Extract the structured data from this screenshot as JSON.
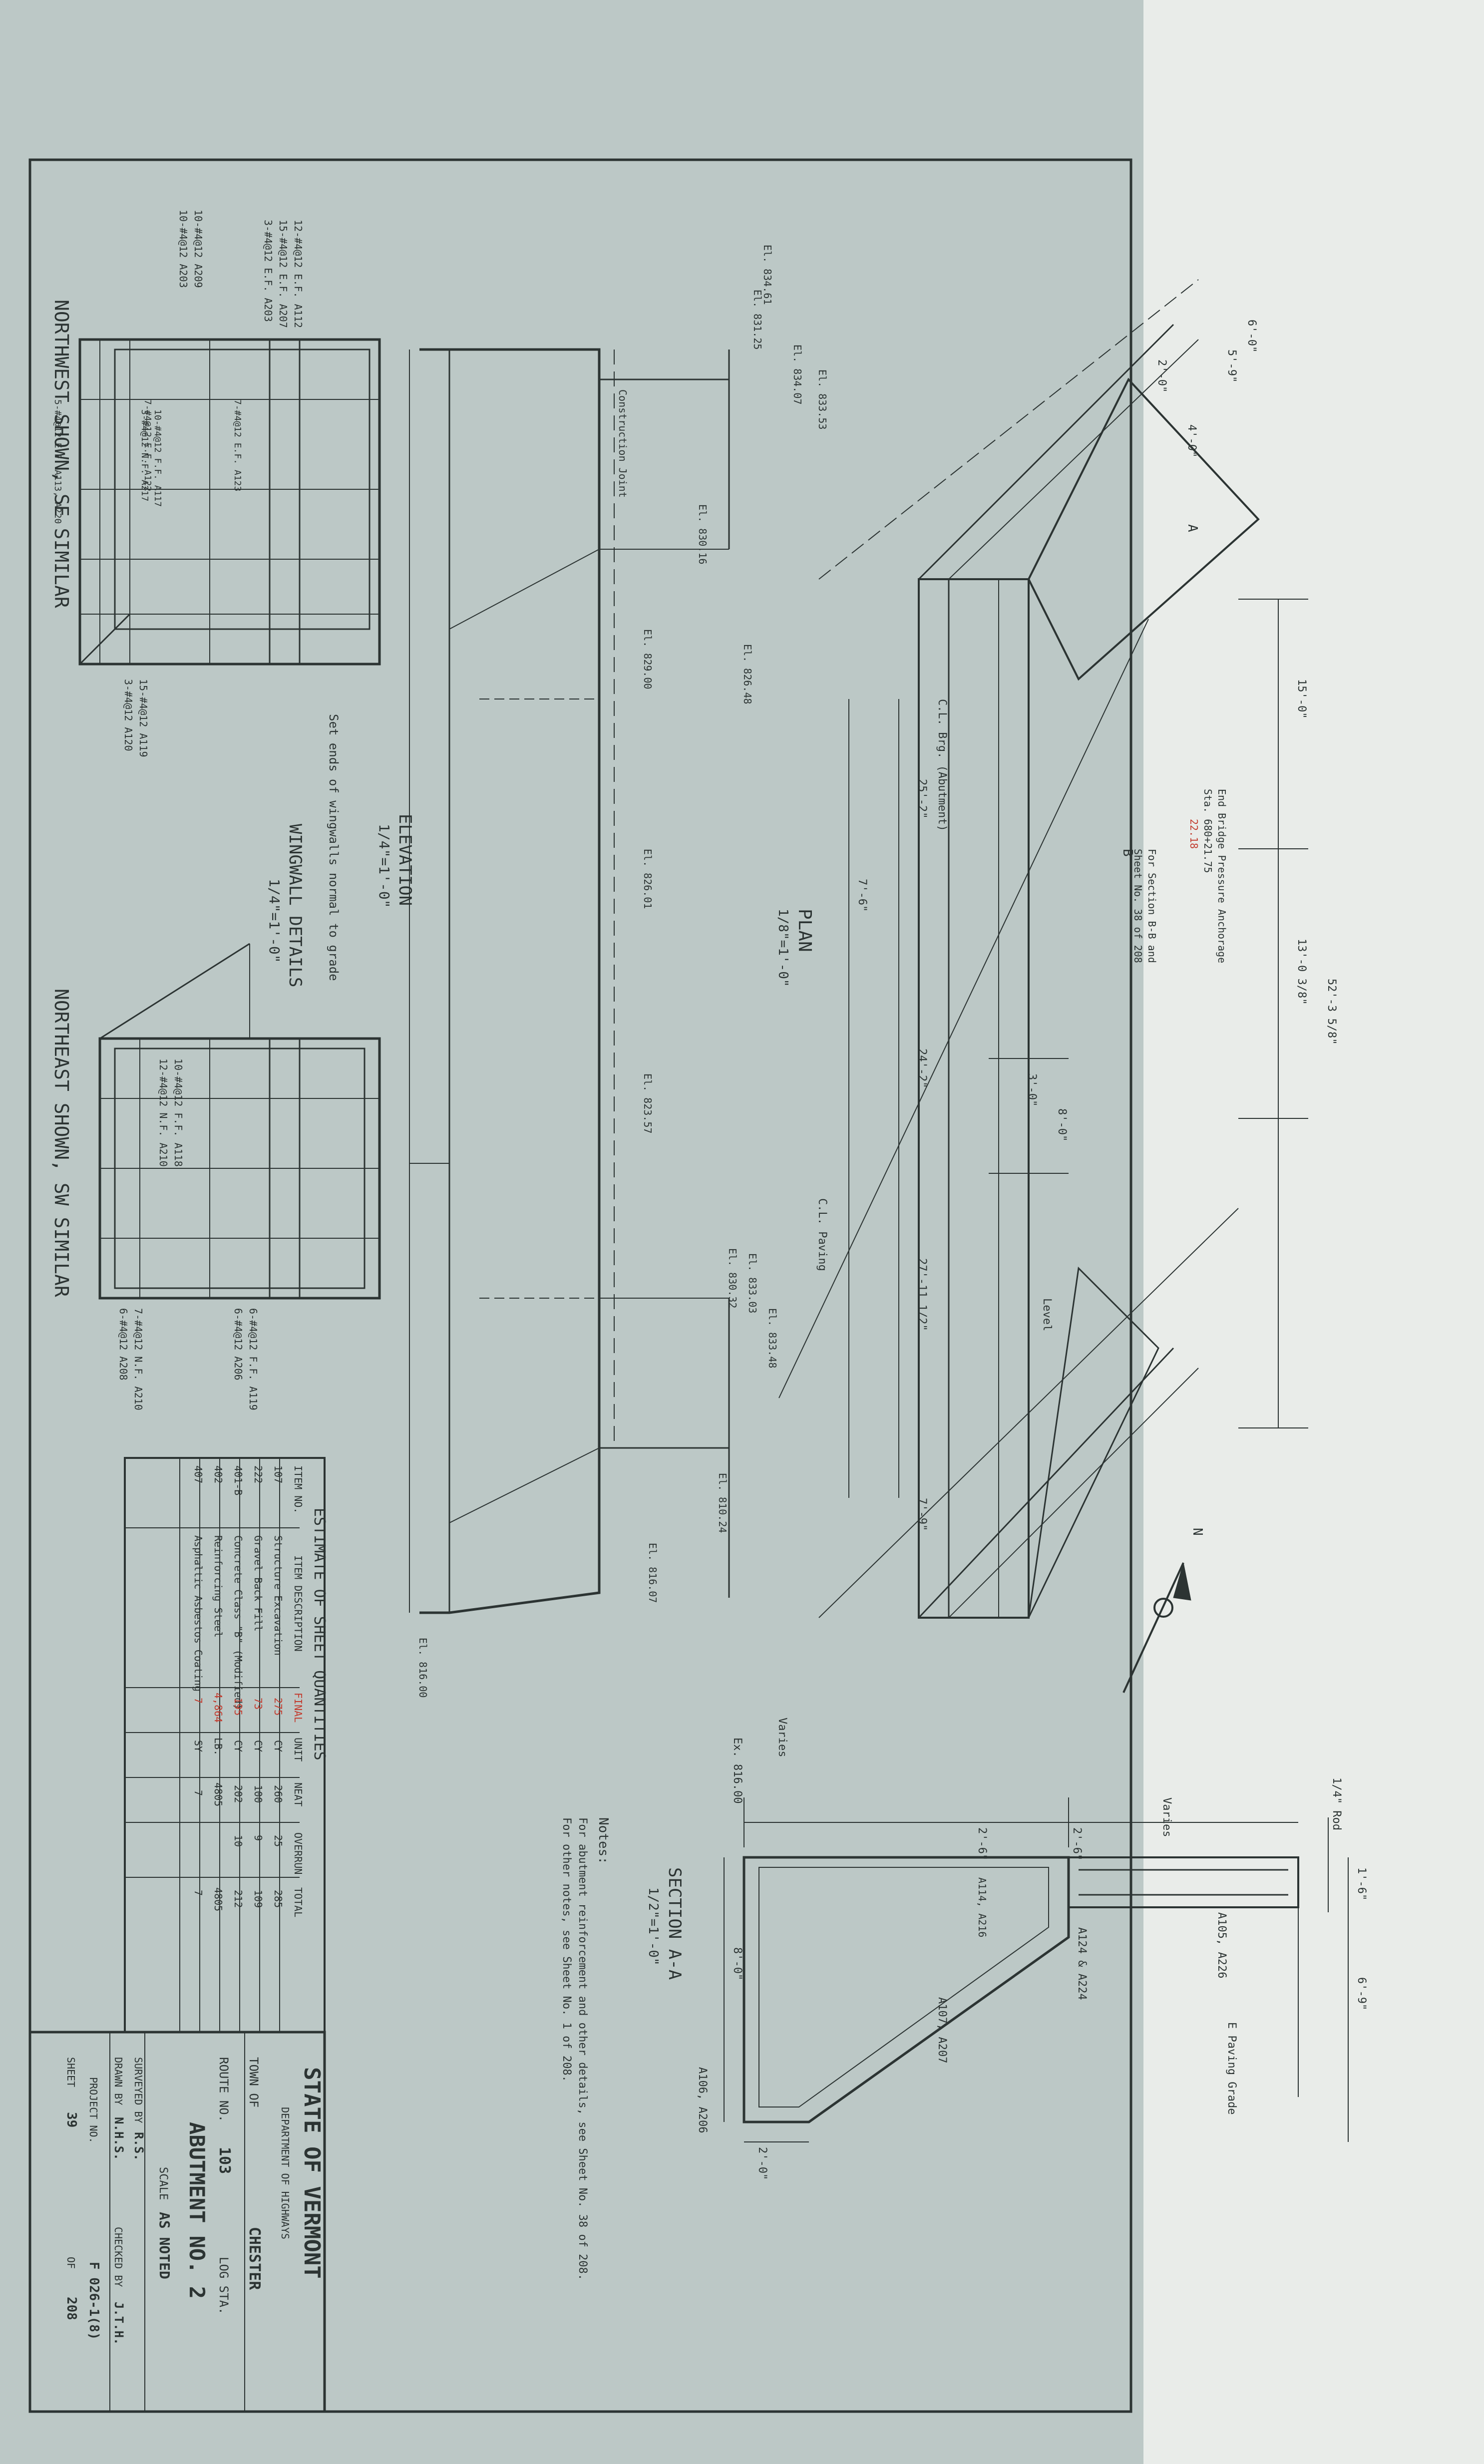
{
  "title_block": {
    "state": "STATE OF VERMONT",
    "department": "DEPARTMENT OF HIGHWAYS",
    "town_label": "TOWN OF",
    "town": "CHESTER",
    "route_label": "ROUTE NO.",
    "route": "103",
    "log_label": "LOG STA.",
    "sheet_title": "ABUTMENT NO. 2",
    "scale_label": "SCALE",
    "scale": "AS NOTED",
    "surveyed_label": "SURVEYED BY",
    "surveyed_by": "R.S.",
    "drawn_label": "DRAWN BY",
    "drawn_by": "N.H.S.",
    "checked_label": "CHECKED BY",
    "checked_by": "J.T.H.",
    "project_label": "PROJECT NO.",
    "project": "F 026-1(8)",
    "sheet_label": "SHEET",
    "sheet_no": "39",
    "of_label": "OF",
    "sheet_total": "208"
  },
  "estimate": {
    "title": "ESTIMATE OF SHEET QUANTITIES",
    "headers": [
      "ITEM NO.",
      "ITEM DESCRIPTION",
      "FINAL",
      "UNIT",
      "NEAT",
      "OVERRUN",
      "TOTAL"
    ],
    "rows": [
      [
        "107",
        "Structure Excavation",
        "275",
        "CY",
        "260",
        "25",
        "285"
      ],
      [
        "222",
        "Gravel Back Fill",
        "73",
        "CY",
        "100",
        "9",
        "109"
      ],
      [
        "401-B",
        "Concrete Class \"B\" (Modified)",
        "195",
        "CY",
        "202",
        "10",
        "212"
      ],
      [
        "402",
        "Reinforcing Steel",
        "4,864",
        "LB.",
        "4805",
        "",
        "4805"
      ],
      [
        "407",
        "Asphaltic Asbestos Coating",
        "7",
        "SY",
        "7",
        "",
        "7"
      ]
    ]
  },
  "views": {
    "plan_title": "PLAN",
    "plan_scale": "1/8\"=1'-0\"",
    "elevation_title": "ELEVATION",
    "elevation_scale": "1/4\"=1'-0\"",
    "wingwall_title": "WINGWALL DETAILS",
    "wingwall_scale": "1/4\"=1'-0\"",
    "northwest_title": "NORTHWEST SHOWN, SE SIMILAR",
    "northeast_title": "NORTHEAST SHOWN, SW SIMILAR",
    "section_title": "SECTION A-A",
    "section_scale": "1/2\"=1'-0\"",
    "wingwall_note": "Set ends of wingwalls normal to grade"
  },
  "notes": {
    "heading": "Notes:",
    "line1": "For abutment reinforcement and other details, see Sheet No. 38 of 208.",
    "line2": "For other notes, see Sheet No. 1 of 208."
  },
  "plan_labels": {
    "bridge_seat": "End Bridge Pressure Anchorage",
    "bridge_seat_2": "Sta. 680+21.75",
    "stamp": "22.18",
    "see_sheet": "For Section B-B and",
    "see_sheet_2": "Sheet No. 38 of 208",
    "centerline": "C.L. Brg. (Abutment)",
    "pavement": "C.L. Paving",
    "level": "Level",
    "dim_6_0": "6'-0\"",
    "dim_5_9": "5'-9\"",
    "dim_2_0": "2'-0\"",
    "dim_4_0": "4'-0\"",
    "dim_8_0": "8'-0\"",
    "dim_3_0": "3'-0\"",
    "dim_15_0": "15'-0\"",
    "dim_13_0": "13'-0 3/8\"",
    "dim_52": "52'-3 5/8\"",
    "dim_25_2": "25'-2\"",
    "dim_24_2": "24'-2\"",
    "dim_27_11": "27'-11 1/2\"",
    "dim_7_6": "7'-6\"",
    "dim_7_9": "7'-9\"",
    "north": "N",
    "section_a": "A",
    "section_b": "B"
  },
  "elevations": {
    "el_834_61": "El. 834.61",
    "el_834_07": "El. 834.07",
    "el_833_53": "El. 833.53",
    "el_831_25": "El. 831.25",
    "el_830_16": "El. 830.16",
    "el_829_00": "El. 829.00",
    "el_826_01": "El. 826.01",
    "el_823_57": "El. 823.57",
    "el_833_03": "El. 833.03",
    "el_833_48": "El. 833.48",
    "el_830_32": "El. 830.32",
    "el_810_24": "El. 810.24",
    "el_816_00": "El. 816.00",
    "el_816_07": "El. 816.07",
    "el_826_48": "El. 826.48",
    "construction_joint": "Construction Joint",
    "ground": "Ex. 816.00"
  },
  "section_labels": {
    "varies": "Varies",
    "dim_2_6": "2'-6\"",
    "dim_2_6b": "2'-6\"",
    "rail": "1/4\" Rod",
    "a105": "A105, A226",
    "a124": "A124 & A224",
    "a107": "A107, A207",
    "a106": "A106, A206",
    "a114": "A114, A216",
    "paving": "E Paving Grade",
    "dim_8_0": "8'-0\"",
    "dim_2_0": "2'-0\"",
    "dim_6_9": "6'-9\"",
    "dim_1_6": "1'-6\""
  },
  "rebar_labels": {
    "r1": "7-#4@12 E.F. A123",
    "r2": "7-#4@12 E.F. A122",
    "r3": "5-#4@12 E.F. A113, A220",
    "r4": "10-#4@12 F.F. A117",
    "r5": "3-#4@12 N.F. A217",
    "r6": "10-#4@12 F.F. A118",
    "r7": "12-#4@12 N.F. A210",
    "r8": "15-#4@12 A119",
    "r9": "3-#4@12 A120",
    "r10": "6-#4@12 F.F. A119",
    "r11": "6-#4@12 A206",
    "r12": "10-#4@12 A209",
    "r13": "10-#4@12 A203",
    "r14": "7-#4@12 N.F. A210",
    "r15": "12-#4@12 E.F. A112",
    "r16": "15-#4@12 E.F. A207",
    "r17": "3-#4@12 E.F. A203",
    "r18": "6-#4@12 A208"
  }
}
